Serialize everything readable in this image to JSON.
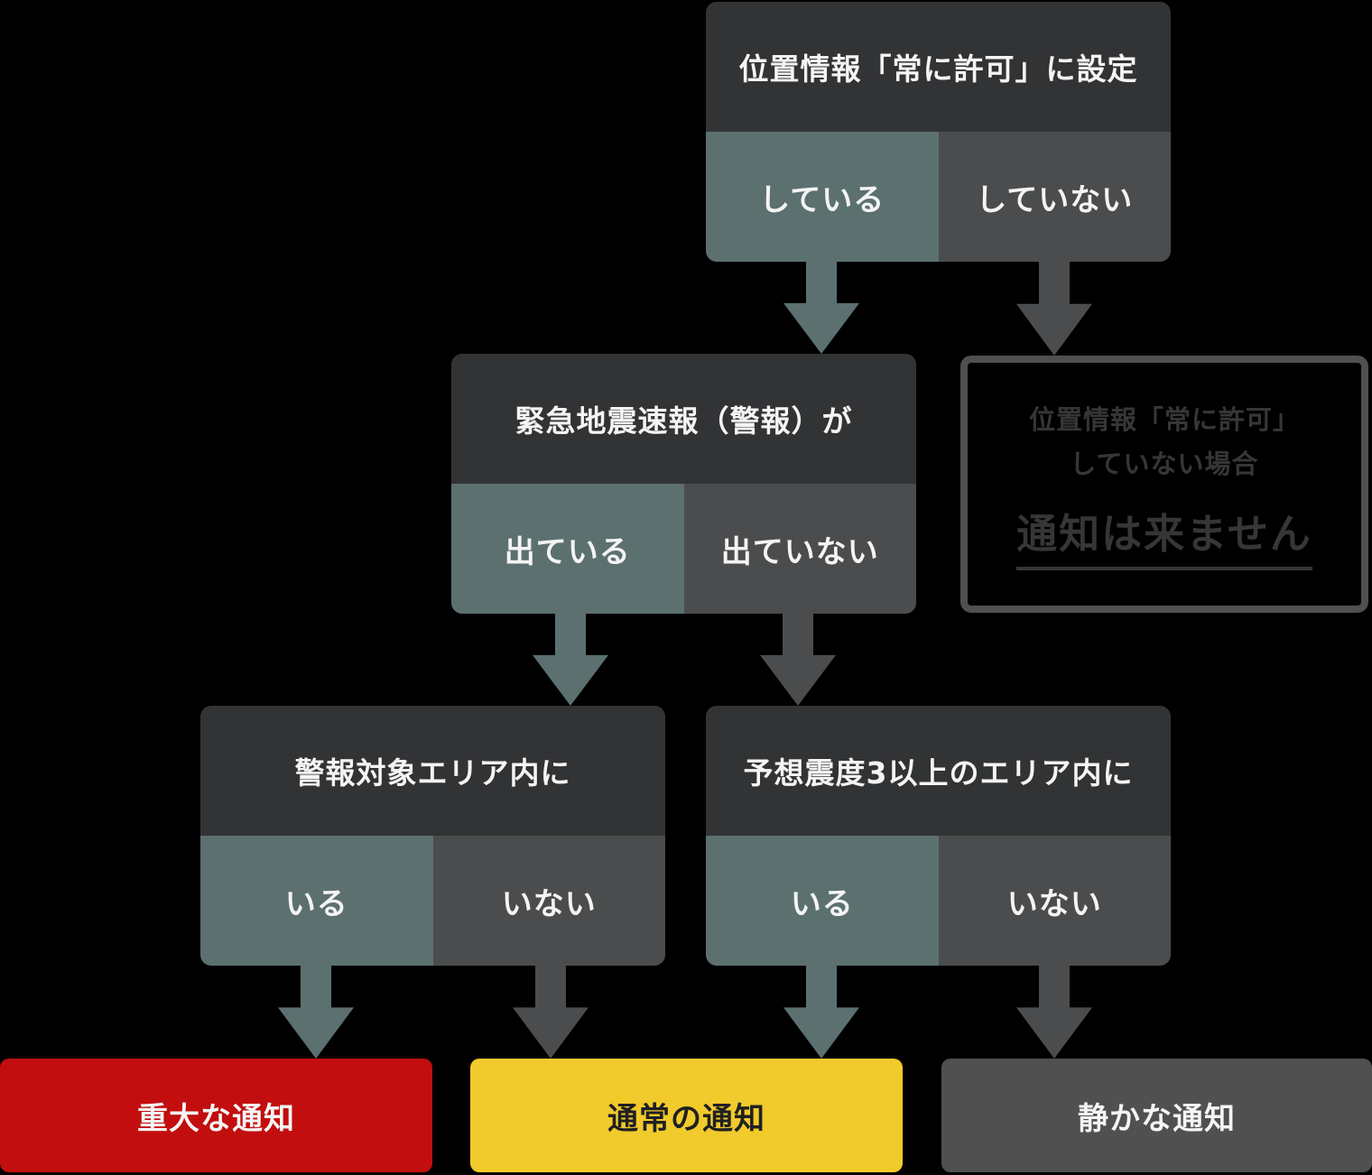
{
  "colors": {
    "bg": "#000000",
    "node-header": "#323335",
    "branch-yes": "#5c7070",
    "branch-no": "#4b4c4d",
    "result-critical": "#c20e0e",
    "result-normal": "#f1ca2b",
    "result-quiet": "#505051",
    "note-border": "#505050",
    "note-text": "#363636",
    "text-light": "#f4f4f4",
    "text-dark": "#1f2022"
  },
  "flow": {
    "q1": {
      "question": "位置情報「常に許可」に設定",
      "yes": "している",
      "no": "していない"
    },
    "q2": {
      "question": "緊急地震速報（警報）が",
      "yes": "出ている",
      "no": "出ていない"
    },
    "q3": {
      "question": "警報対象エリア内に",
      "yes": "いる",
      "no": "いない"
    },
    "q4": {
      "question": "予想震度3以上のエリア内に",
      "yes": "いる",
      "no": "いない"
    },
    "note": {
      "line1": "位置情報「常に許可」",
      "line2": "していない場合",
      "emphasis": "通知は来ません"
    },
    "results": {
      "critical": "重大な通知",
      "normal": "通常の通知",
      "quiet": "静かな通知"
    }
  }
}
